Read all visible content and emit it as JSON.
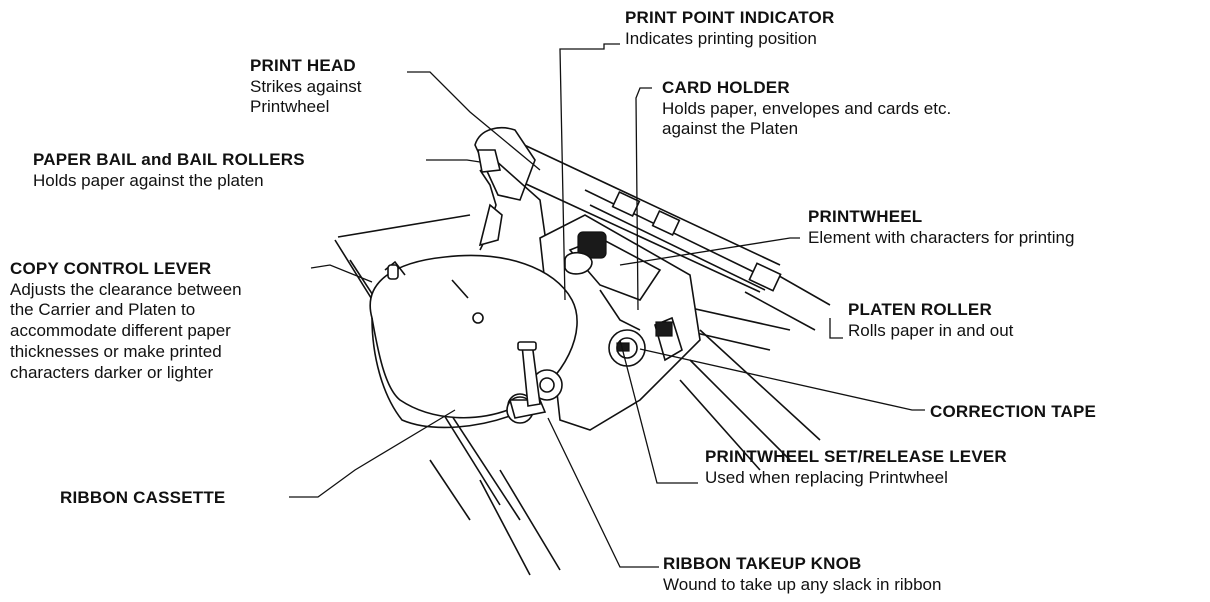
{
  "labels": {
    "print_point": {
      "title": "PRINT POINT INDICATOR",
      "desc": "Indicates printing position"
    },
    "print_head": {
      "title": "PRINT HEAD",
      "desc": [
        "Strikes against",
        "Printwheel"
      ]
    },
    "card_holder": {
      "title": "CARD HOLDER",
      "desc": [
        "Holds paper, envelopes and cards etc.",
        "against the Platen"
      ]
    },
    "paper_bail": {
      "title": "PAPER BAIL and BAIL ROLLERS",
      "desc": "Holds paper against the platen"
    },
    "printwheel": {
      "title": "PRINTWHEEL",
      "desc": "Element with characters for printing"
    },
    "copy_control": {
      "title": "COPY CONTROL LEVER",
      "desc": [
        "Adjusts the clearance between",
        "the Carrier and Platen to",
        "accommodate different paper",
        "thicknesses or make printed",
        "characters darker or lighter"
      ]
    },
    "platen_roller": {
      "title": "PLATEN ROLLER",
      "desc": "Rolls paper in and out"
    },
    "correction_tape": {
      "title": "CORRECTION TAPE"
    },
    "set_release": {
      "title": "PRINTWHEEL SET/RELEASE LEVER",
      "desc": "Used when replacing Printwheel"
    },
    "ribbon_cassette": {
      "title": "RIBBON CASSETTE"
    },
    "takeup_knob": {
      "title": "RIBBON TAKEUP KNOB",
      "desc": "Wound to take up any slack in ribbon"
    }
  }
}
